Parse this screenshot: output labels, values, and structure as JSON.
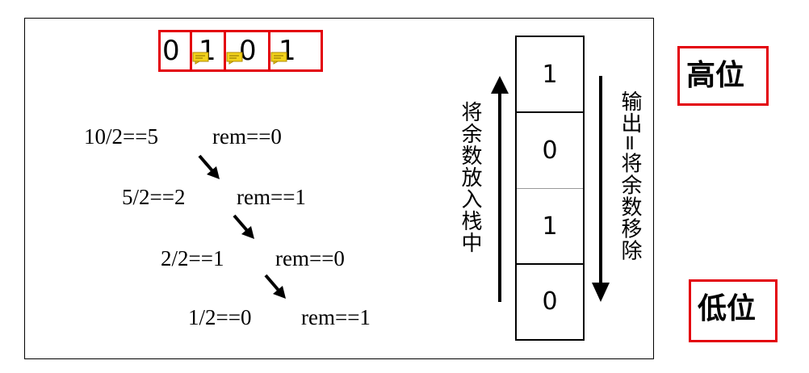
{
  "binary_digits": [
    "0",
    "1",
    "0",
    "1"
  ],
  "steps": [
    {
      "division": "10/2==5",
      "remainder": "rem==0"
    },
    {
      "division": "5/2==2",
      "remainder": "rem==1"
    },
    {
      "division": "2/2==1",
      "remainder": "rem==0"
    },
    {
      "division": "1/2==0",
      "remainder": "rem==1"
    }
  ],
  "stack": {
    "cells": [
      "1",
      "0",
      "1",
      "0"
    ]
  },
  "push_label": "将余数放入栈中",
  "pop_label": "输出=将余数移除",
  "high_label": "高位",
  "low_label": "低位",
  "colors": {
    "highlight": "#e3000b",
    "note_icon": "#f2d21b"
  }
}
